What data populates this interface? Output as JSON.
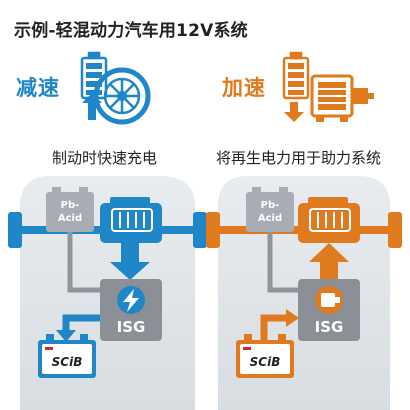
{
  "title": "示例-轻混动力汽车用12V系统",
  "left": {
    "mode": "减速",
    "caption": "制动时快速充电",
    "battery_label_line1": "Pb-",
    "battery_label_line2": "Acid",
    "module_label": "ISG",
    "scib_label": "SCiB"
  },
  "right": {
    "mode": "加速",
    "caption": "将再生电力用于助力系统",
    "battery_label_line1": "Pb-",
    "battery_label_line2": "Acid",
    "module_label": "ISG",
    "scib_label": "SCiB"
  },
  "colors": {
    "blue": "#1f86c7",
    "orange": "#e07a1f",
    "grey": "#8f969b",
    "car_body": "#e4e8eb",
    "module_bg": "#8a9095"
  }
}
